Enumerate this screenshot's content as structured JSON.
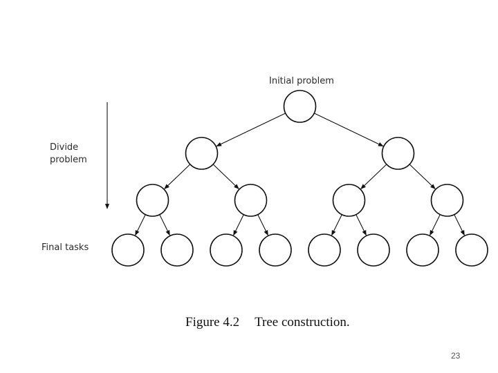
{
  "diagram": {
    "root_label": "Initial problem",
    "side_label_top": [
      "Divide",
      "problem"
    ],
    "side_label_bottom": "Final tasks",
    "levels": 4,
    "branching": 2,
    "colors": {
      "stroke": "#111111",
      "fill": "#ffffff",
      "text": "#2a2a2a"
    }
  },
  "caption": {
    "figure_number": "Figure 4.2",
    "title": "Tree construction."
  },
  "page_number": "23"
}
